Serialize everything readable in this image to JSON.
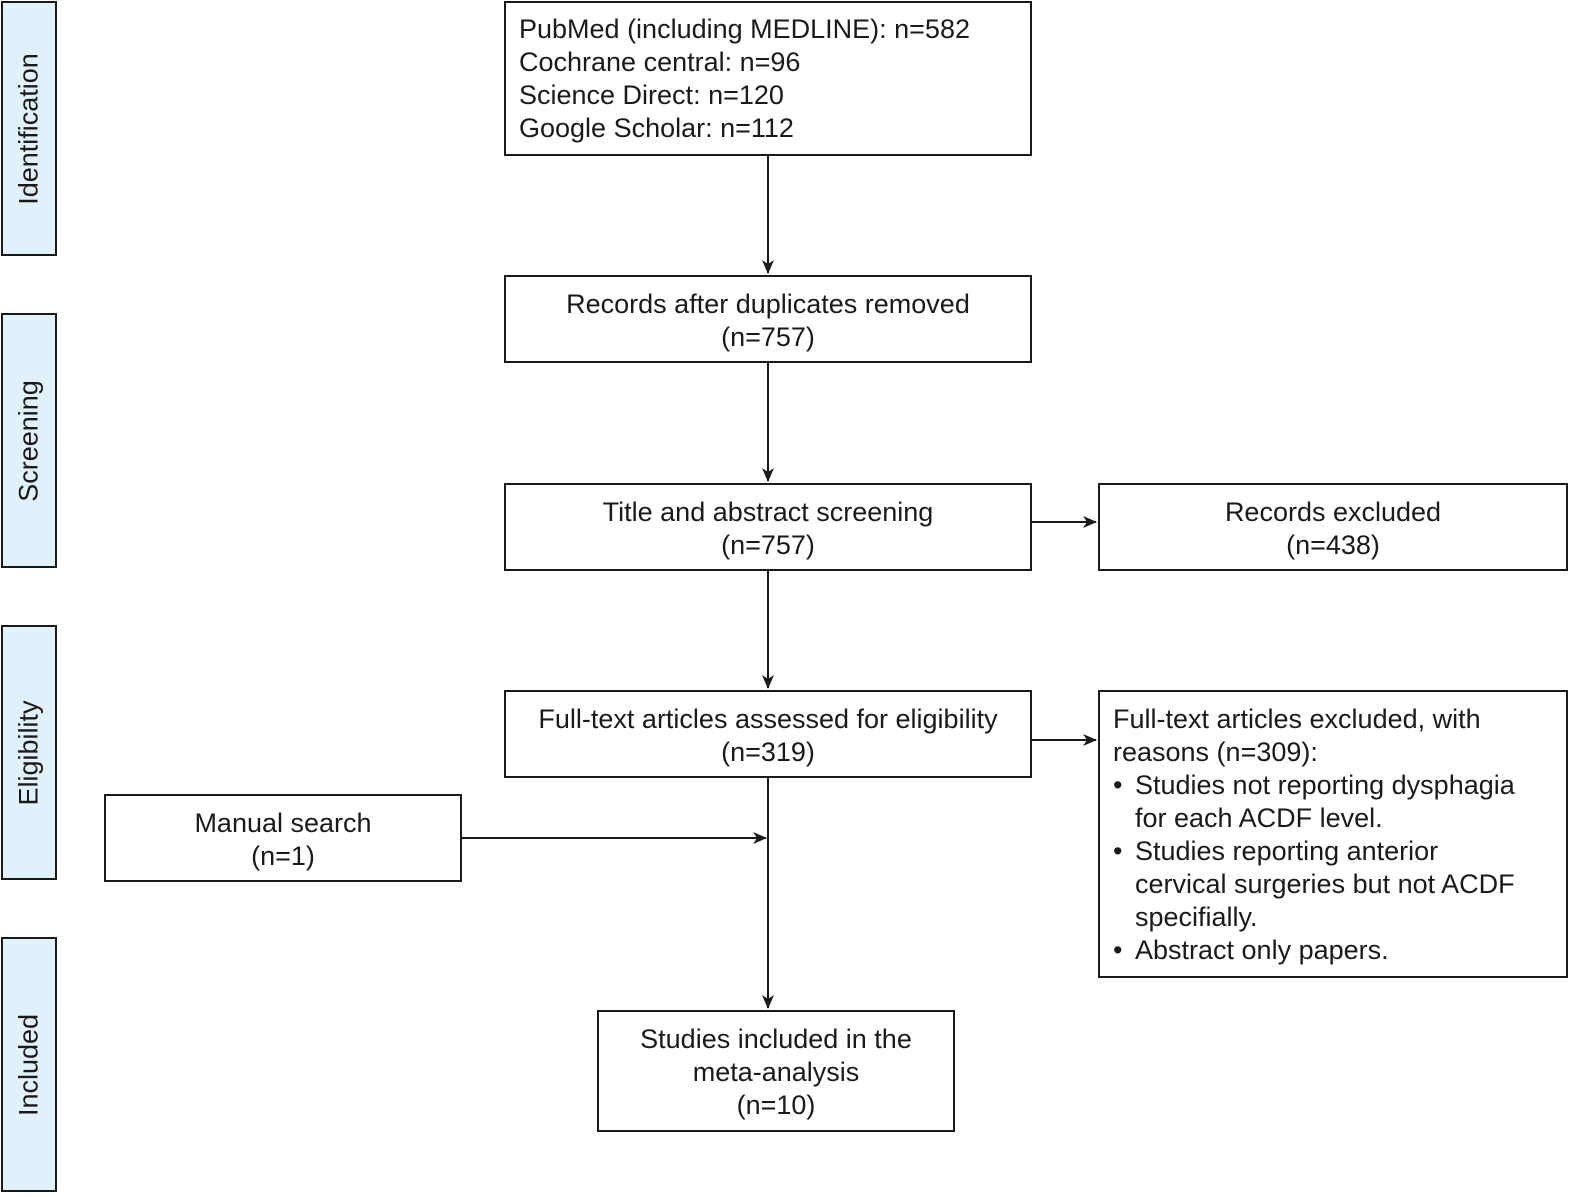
{
  "stages": [
    {
      "id": "identification",
      "label": "Identification"
    },
    {
      "id": "screening",
      "label": "Screening"
    },
    {
      "id": "eligibility",
      "label": "Eligibility"
    },
    {
      "id": "included",
      "label": "Included"
    }
  ],
  "boxes": {
    "identification": {
      "lines": [
        "PubMed (including MEDLINE): n=582",
        "Cochrane central: n=96",
        "Science Direct: n=120",
        "Google Scholar: n=112"
      ]
    },
    "duplicates_removed": {
      "title": "Records after duplicates removed",
      "count": "(n=757)"
    },
    "title_abstract_screening": {
      "title": "Title and abstract screening",
      "count": "(n=757)"
    },
    "records_excluded": {
      "title": "Records excluded",
      "count": "(n=438)"
    },
    "fulltext_assessed": {
      "title": "Full-text articles assessed for eligibility",
      "count": "(n=319)"
    },
    "fulltext_excluded": {
      "heading_line1": "Full-text articles excluded, with",
      "heading_line2": "reasons (n=309):",
      "reasons": [
        [
          "Studies not reporting dysphagia",
          "for each ACDF level."
        ],
        [
          "Studies reporting anterior",
          "cervical surgeries but not ACDF",
          "specifially."
        ],
        [
          "Abstract only papers."
        ]
      ]
    },
    "manual_search": {
      "title": "Manual search",
      "count": "(n=1)"
    },
    "studies_included": {
      "line1": "Studies included in the",
      "line2": "meta-analysis",
      "count": "(n=10)"
    }
  },
  "colors": {
    "stage_fill": "#e1f1fc",
    "line": "#1a1a1a"
  }
}
